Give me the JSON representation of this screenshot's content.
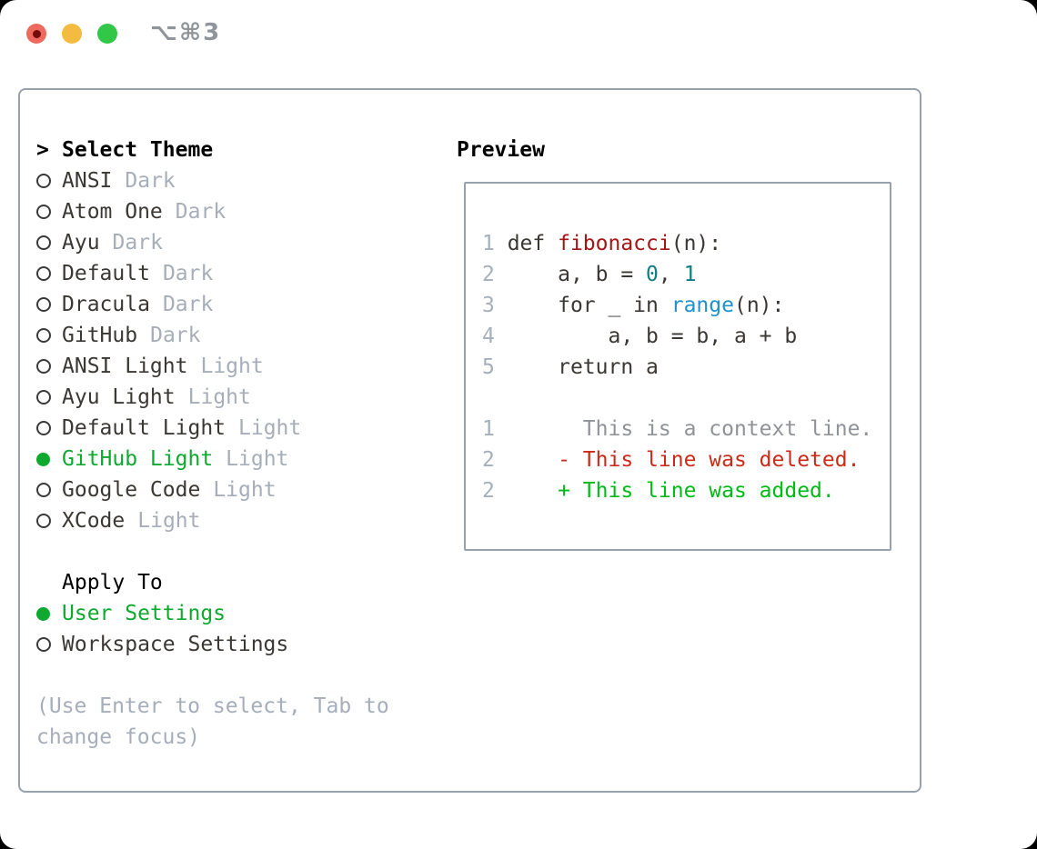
{
  "titlebar": {
    "shortcut": "⌥⌘3",
    "buttons": [
      "close",
      "minimize",
      "zoom"
    ]
  },
  "colors": {
    "accent_green": "#0fa92f",
    "diff_add_green": "#00bb17",
    "diff_del_red": "#cc2a18",
    "context_gray": "#8f9398",
    "function_red": "#a31616",
    "number_teal": "#0f7d85",
    "builtin_blue": "#2191cc",
    "text_dark": "#3b3834",
    "heading_black": "#000000",
    "muted_gray": "#a6aeba",
    "line_number_gray": "#a5b0bf",
    "panel_border": "#98a2ae",
    "traffic_red": "#ee6a5e",
    "traffic_red_dot": "#750c0c",
    "traffic_yellow": "#f3bc40",
    "traffic_green": "#33c748",
    "titlebar_text": "#8f959b"
  },
  "selector": {
    "header_prefix": ">",
    "header": "Select Theme",
    "themes": [
      {
        "name": "ANSI",
        "variant": "Dark",
        "selected": false
      },
      {
        "name": "Atom One",
        "variant": "Dark",
        "selected": false
      },
      {
        "name": "Ayu",
        "variant": "Dark",
        "selected": false
      },
      {
        "name": "Default",
        "variant": "Dark",
        "selected": false
      },
      {
        "name": "Dracula",
        "variant": "Dark",
        "selected": false
      },
      {
        "name": "GitHub",
        "variant": "Dark",
        "selected": false
      },
      {
        "name": "ANSI Light",
        "variant": "Light",
        "selected": false
      },
      {
        "name": "Ayu Light",
        "variant": "Light",
        "selected": false
      },
      {
        "name": "Default Light",
        "variant": "Light",
        "selected": false
      },
      {
        "name": "GitHub Light",
        "variant": "Light",
        "selected": true
      },
      {
        "name": "Google Code",
        "variant": "Light",
        "selected": false
      },
      {
        "name": "XCode",
        "variant": "Light",
        "selected": false
      }
    ],
    "apply_header": "Apply To",
    "apply_options": [
      {
        "label": "User Settings",
        "selected": true
      },
      {
        "label": "Workspace Settings",
        "selected": false
      }
    ],
    "hint": "(Use Enter to select, Tab to change focus)"
  },
  "preview": {
    "header": "Preview",
    "code_lines": [
      {
        "num": "1",
        "tokens": [
          {
            "c": "plain",
            "t": "def "
          },
          {
            "c": "fn",
            "t": "fibonacci"
          },
          {
            "c": "plain",
            "t": "(n):"
          }
        ]
      },
      {
        "num": "2",
        "tokens": [
          {
            "c": "plain",
            "t": "    a, b = "
          },
          {
            "c": "num",
            "t": "0"
          },
          {
            "c": "plain",
            "t": ", "
          },
          {
            "c": "num",
            "t": "1"
          }
        ]
      },
      {
        "num": "3",
        "tokens": [
          {
            "c": "plain",
            "t": "    for _ in "
          },
          {
            "c": "call",
            "t": "range"
          },
          {
            "c": "plain",
            "t": "(n):"
          }
        ]
      },
      {
        "num": "4",
        "tokens": [
          {
            "c": "plain",
            "t": "        a, b = b, a + b"
          }
        ]
      },
      {
        "num": "5",
        "tokens": [
          {
            "c": "plain",
            "t": "    return a"
          }
        ]
      }
    ],
    "diff_lines": [
      {
        "num": "1",
        "type": "context",
        "text": "      This is a context line."
      },
      {
        "num": "2",
        "type": "del",
        "text": "    - This line was deleted."
      },
      {
        "num": "2",
        "type": "add",
        "text": "    + This line was added."
      }
    ]
  }
}
